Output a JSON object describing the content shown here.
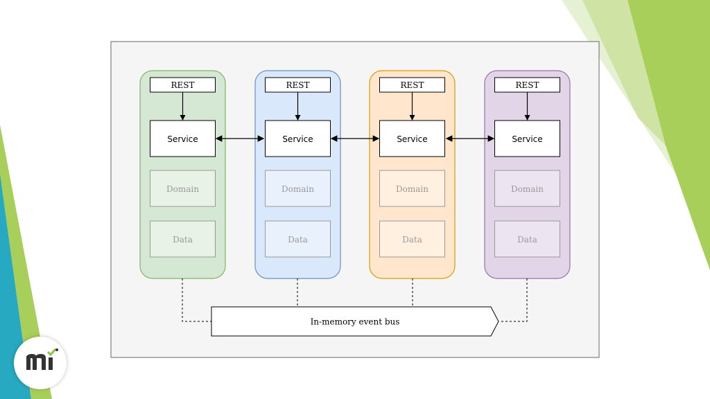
{
  "diagram": {
    "columns": [
      {
        "rest_label": "REST",
        "service_label": "Service",
        "domain_label": "Domain",
        "data_label": "Data",
        "fill": "#d5e8d4",
        "stroke": "#82b366",
        "inner_fill": "#e8f2e6"
      },
      {
        "rest_label": "REST",
        "service_label": "Service",
        "domain_label": "Domain",
        "data_label": "Data",
        "fill": "#dae8fc",
        "stroke": "#6c8ebf",
        "inner_fill": "#e9f1fd"
      },
      {
        "rest_label": "REST",
        "service_label": "Service",
        "domain_label": "Domain",
        "data_label": "Data",
        "fill": "#ffe6cc",
        "stroke": "#d79b00",
        "inner_fill": "#fff0e0"
      },
      {
        "rest_label": "REST",
        "service_label": "Service",
        "domain_label": "Domain",
        "data_label": "Data",
        "fill": "#e1d5e7",
        "stroke": "#9673a6",
        "inner_fill": "#ece4f0"
      }
    ],
    "event_bus_label": "In-memory event bus",
    "canvas_fill": "#f5f5f5",
    "canvas_stroke": "#666666"
  },
  "slide": {
    "accent_colors": [
      "#8bc34a",
      "#c5e1a5",
      "#26a9c1"
    ],
    "logo_icon": "company-logo-icon"
  }
}
